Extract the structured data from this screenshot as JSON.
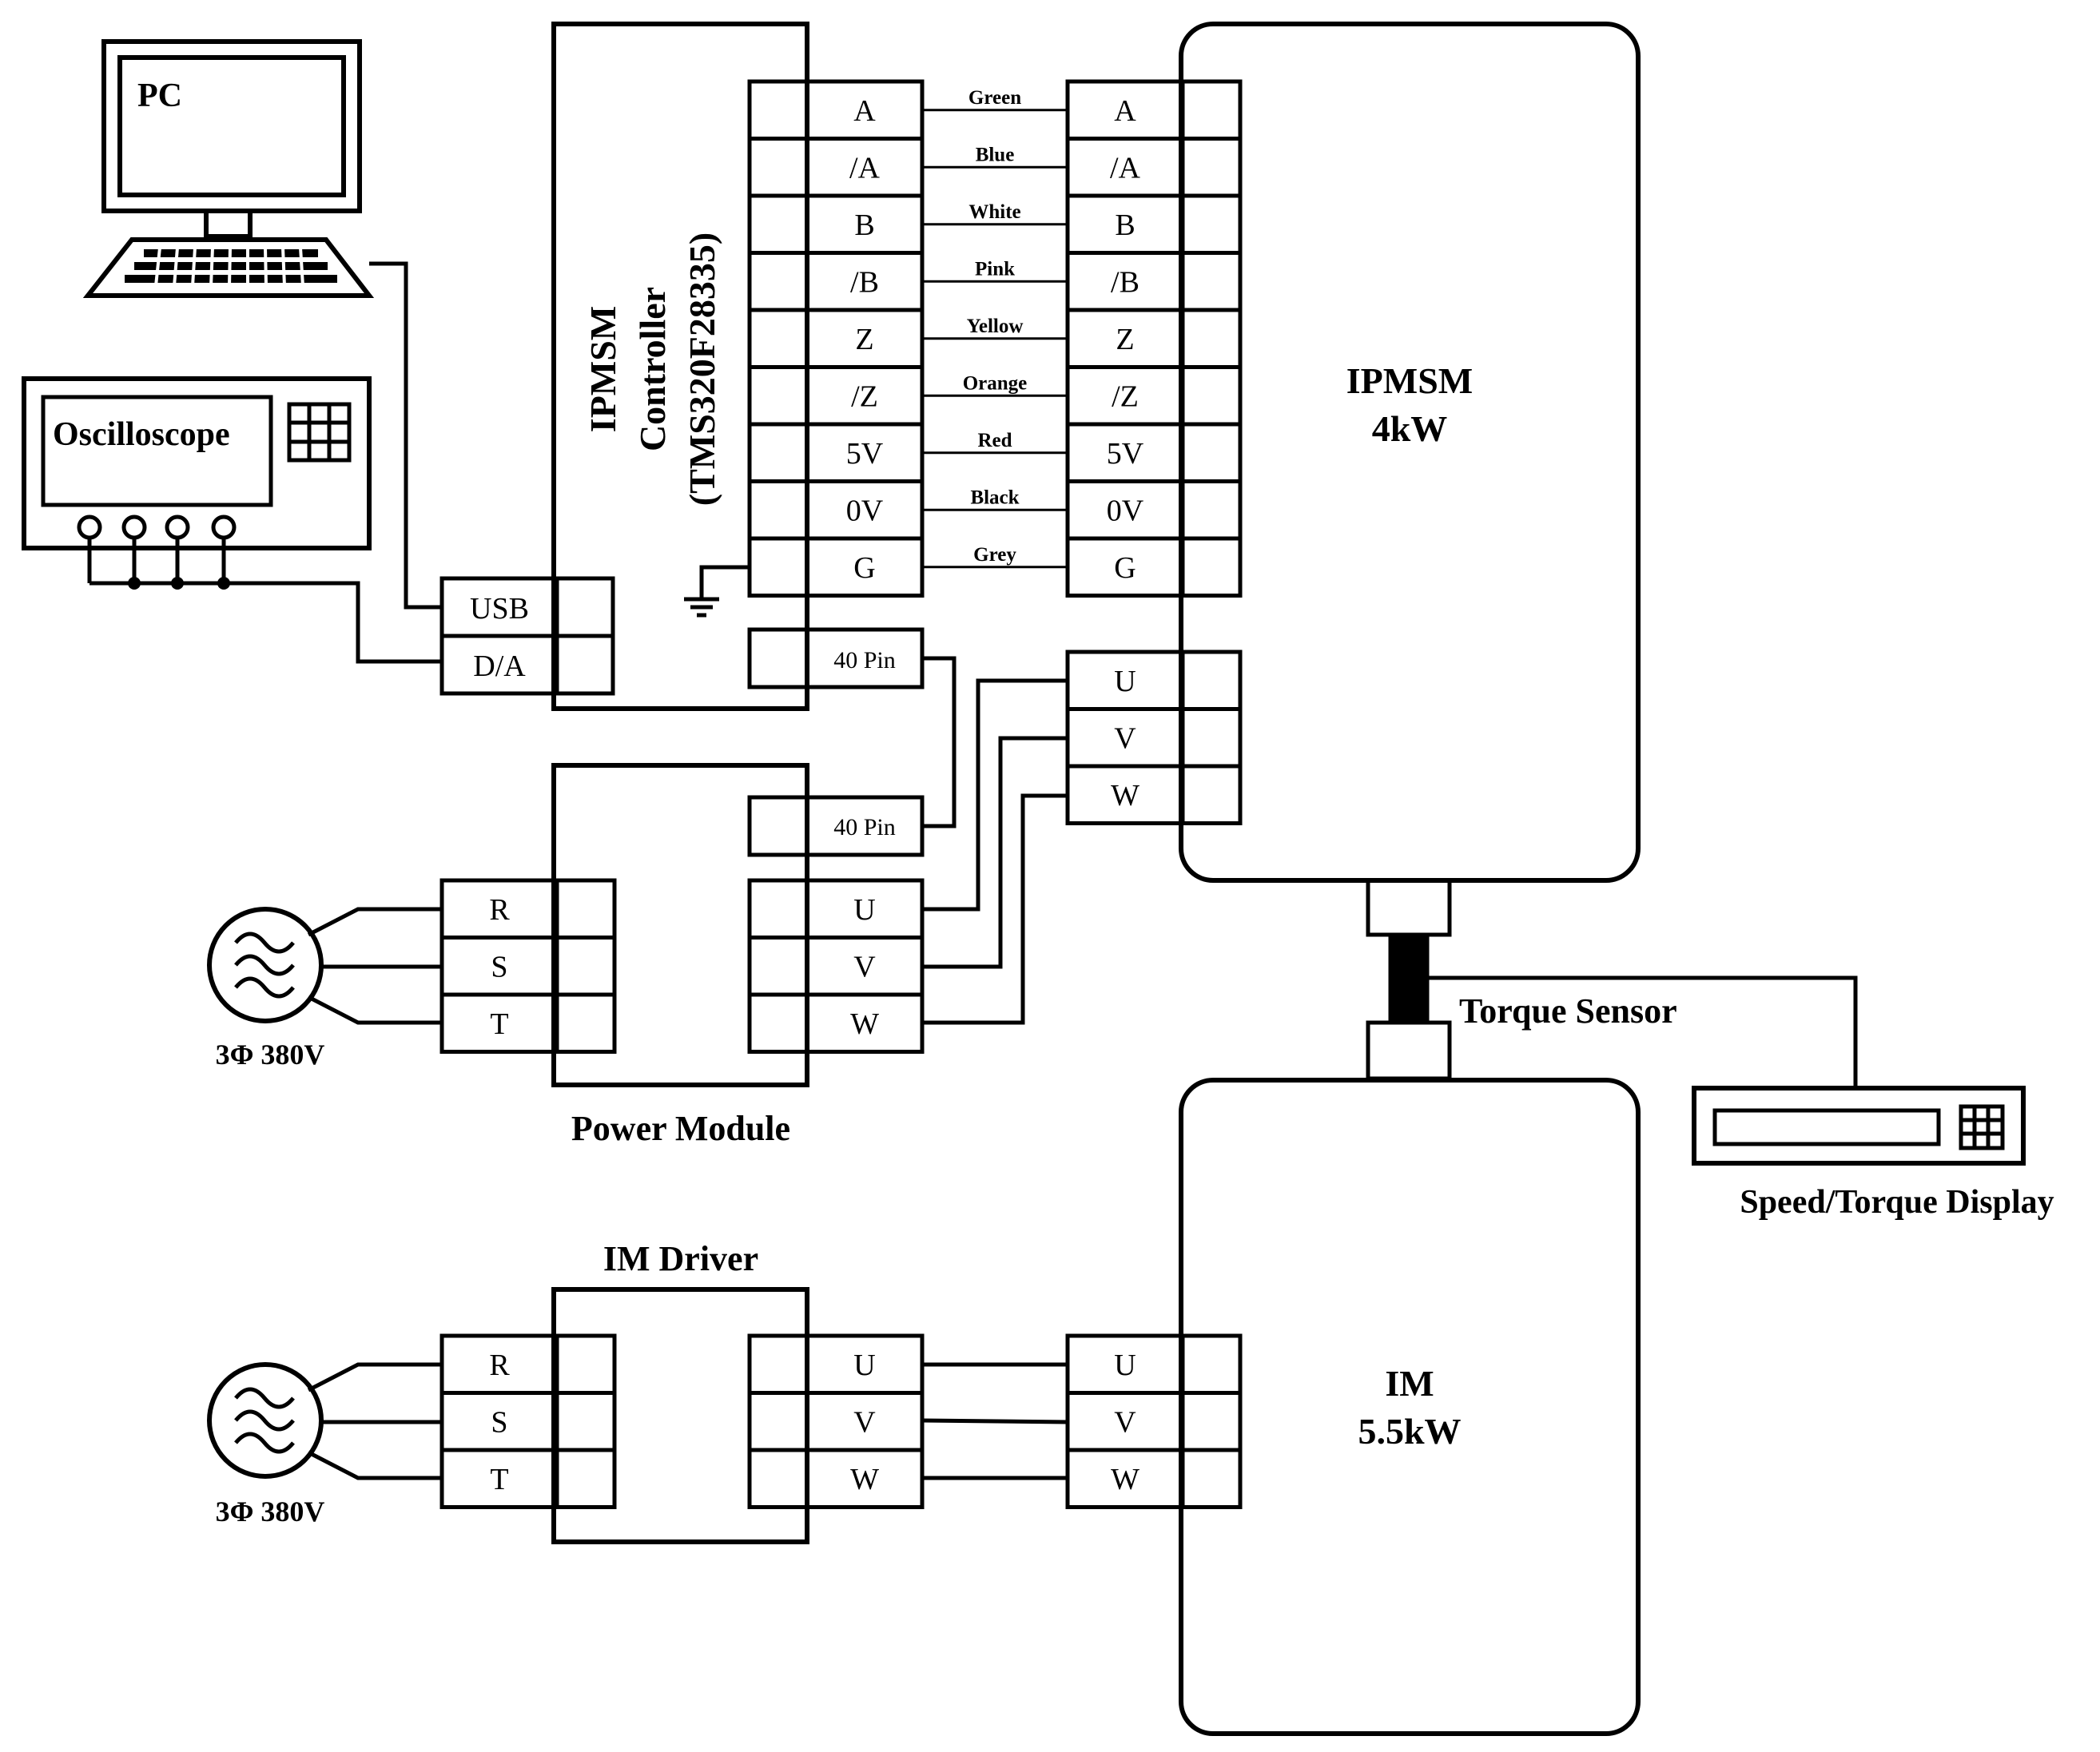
{
  "pc": {
    "label": "PC"
  },
  "oscilloscope": {
    "label": "Oscilloscope"
  },
  "interface": {
    "usb": "USB",
    "da": "D/A"
  },
  "controller": {
    "title_line1": "IPMSM",
    "title_line2": "Controller",
    "title_line3": "(TMS320F28335)",
    "pin_connector": "40 Pin"
  },
  "encoder": {
    "signals": [
      "A",
      "/A",
      "B",
      "/B",
      "Z",
      "/Z",
      "5V",
      "0V",
      "G"
    ],
    "wires": [
      "Green",
      "Blue",
      "White",
      "Pink",
      "Yellow",
      "Orange",
      "Red",
      "Black",
      "Grey"
    ]
  },
  "ipmsm": {
    "name": "IPMSM",
    "power": "4kW",
    "phases": [
      "U",
      "V",
      "W"
    ]
  },
  "power_module": {
    "label": "Power Module",
    "pin_connector": "40 Pin",
    "inputs": [
      "R",
      "S",
      "T"
    ],
    "outputs": [
      "U",
      "V",
      "W"
    ]
  },
  "supply": {
    "label": "3Φ 380V"
  },
  "torque_sensor": {
    "label": "Torque Sensor"
  },
  "display": {
    "label": "Speed/Torque Display"
  },
  "im_driver": {
    "label": "IM Driver",
    "inputs": [
      "R",
      "S",
      "T"
    ],
    "outputs": [
      "U",
      "V",
      "W"
    ]
  },
  "im": {
    "name": "IM",
    "power": "5.5kW",
    "phases": [
      "U",
      "V",
      "W"
    ]
  }
}
